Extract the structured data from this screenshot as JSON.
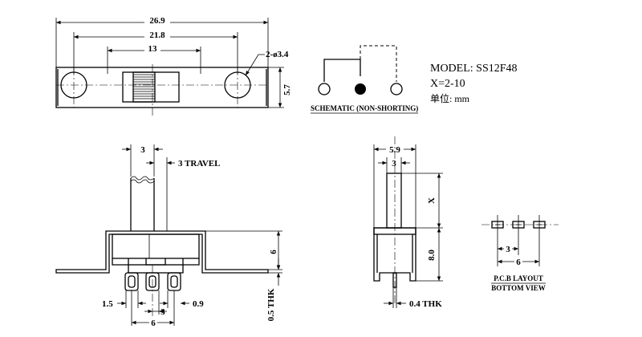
{
  "info": {
    "model": "MODEL: SS12F48",
    "x_range": "X=2-10",
    "unit": "单位: mm"
  },
  "schematic": {
    "caption": "SCHEMATIC (NON-SHORTING)"
  },
  "top_view": {
    "overall_length": "26.9",
    "hole_pitch": "21.8",
    "body_length": "13",
    "hole_callout": "2-ø3.4",
    "height": "5.7"
  },
  "front_view": {
    "actuator_width": "3",
    "travel": "3 TRAVEL",
    "body_height": "6",
    "pin_width": "1.5",
    "pin_pitch": "3",
    "pin_hole": "0.9",
    "pin_span": "6",
    "thickness": "0.5 THK"
  },
  "side_view": {
    "width": "5.9",
    "actuator_width": "3",
    "actuator_height": "X",
    "body_height": "8.0",
    "pin_thickness": "0.4 THK"
  },
  "pcb_layout": {
    "pitch": "3",
    "span": "6",
    "caption_1": "P.C.B LAYOUT",
    "caption_2": "BOTTOM VIEW"
  }
}
